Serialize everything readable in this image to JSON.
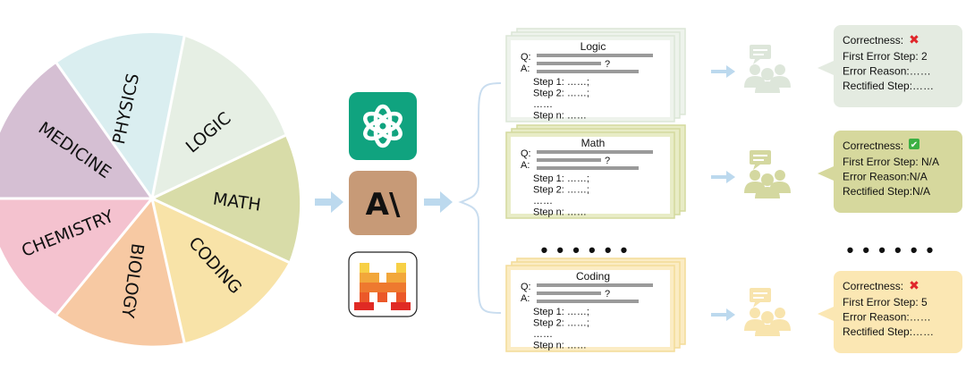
{
  "wheel": {
    "segments": [
      {
        "label": "PHYSICS",
        "color": "#daeef0"
      },
      {
        "label": "LOGIC",
        "color": "#e6efe4"
      },
      {
        "label": "MATH",
        "color": "#d8dca8"
      },
      {
        "label": "CODING",
        "color": "#f8e3a8"
      },
      {
        "label": "BIOLOGY",
        "color": "#f7c9a3"
      },
      {
        "label": "CHEMISTRY",
        "color": "#f4c2cf"
      },
      {
        "label": "MEDICINE",
        "color": "#d5bfd3"
      }
    ]
  },
  "models": [
    {
      "name": "openai-logo",
      "color": "#10a37f"
    },
    {
      "name": "anthropic-logo",
      "glyph": "A\\",
      "color": "#c79a77"
    },
    {
      "name": "mistral-logo",
      "color": "#ffffff"
    }
  ],
  "cards": [
    {
      "title": "Logic",
      "q": "Q:",
      "q_mark": "?",
      "a": "A:",
      "steps": [
        "Step 1: ……;",
        "Step 2: ……;",
        "……",
        "Step n: ……"
      ],
      "bg": "#eef3ec",
      "border": "#dbe6d6"
    },
    {
      "title": "Math",
      "q": "Q:",
      "q_mark": "?",
      "a": "A:",
      "steps": [
        "Step 1: ……;",
        "Step 2: ……;",
        "……",
        "Step n: ……"
      ],
      "bg": "#e8ecc6",
      "border": "#d4da9e"
    },
    {
      "title": "Coding",
      "q": "Q:",
      "q_mark": "?",
      "a": "A:",
      "steps": [
        "Step 1: ……;",
        "Step 2: ……;",
        "……",
        "Step n: ……"
      ],
      "bg": "#fbecc4",
      "border": "#f3dc98"
    }
  ],
  "ellipsis": "• • • • • •",
  "results": [
    {
      "correctness_label": "Correctness:",
      "correctness_icon": "✖",
      "icon_color": "#e0262b",
      "lines": [
        "First Error Step: 2",
        "Error Reason:……",
        "Rectified Step:……"
      ],
      "bg": "#e4ebe1"
    },
    {
      "correctness_label": "Correctness:",
      "correctness_icon": "✔",
      "icon_color": "#3cb043",
      "lines": [
        "First Error Step: N/A",
        "Error Reason:N/A",
        "Rectified Step:N/A"
      ],
      "bg": "#d6d89d"
    },
    {
      "correctness_label": "Correctness:",
      "correctness_icon": "✖",
      "icon_color": "#e0262b",
      "lines": [
        "First Error Step: 5",
        "Error Reason:……",
        "Rectified Step:……"
      ],
      "bg": "#fbe7b3"
    }
  ],
  "people_colors": [
    "#dde6da",
    "#d4d8a0",
    "#f8e4ad"
  ],
  "arrow_color": "#bcd9ee"
}
